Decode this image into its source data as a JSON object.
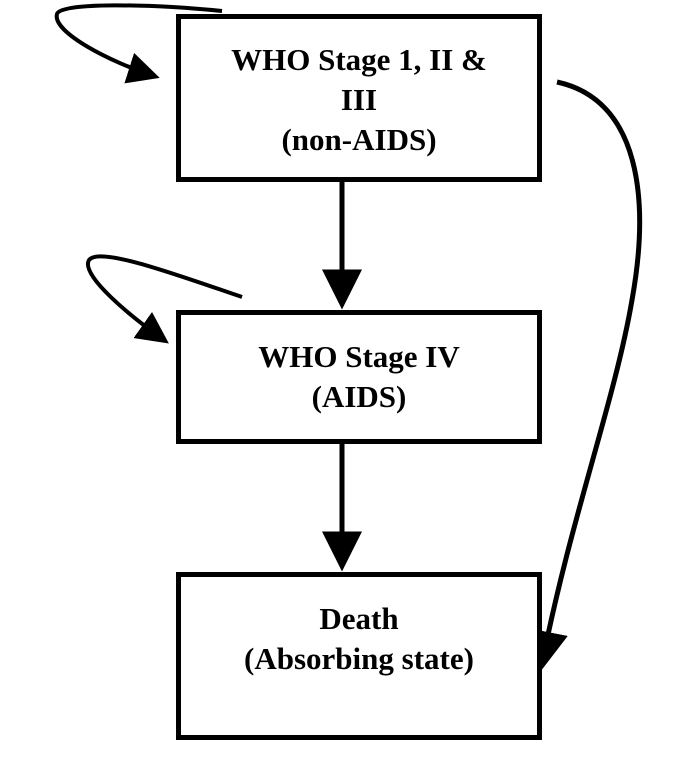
{
  "diagram": {
    "states": {
      "stage_1_3": {
        "line1": "WHO Stage 1, II &",
        "line2": "III",
        "line3": "(non-AIDS)"
      },
      "stage_4": {
        "line1": "WHO Stage IV",
        "line2": "(AIDS)"
      },
      "death": {
        "line1": "Death",
        "line2": "(Absorbing state)"
      }
    },
    "transitions": [
      {
        "from": "stage_1_3",
        "to": "stage_1_3"
      },
      {
        "from": "stage_1_3",
        "to": "stage_4"
      },
      {
        "from": "stage_1_3",
        "to": "death"
      },
      {
        "from": "stage_4",
        "to": "stage_4"
      },
      {
        "from": "stage_4",
        "to": "death"
      }
    ],
    "colors": {
      "line": "#000000",
      "background": "#ffffff"
    }
  }
}
